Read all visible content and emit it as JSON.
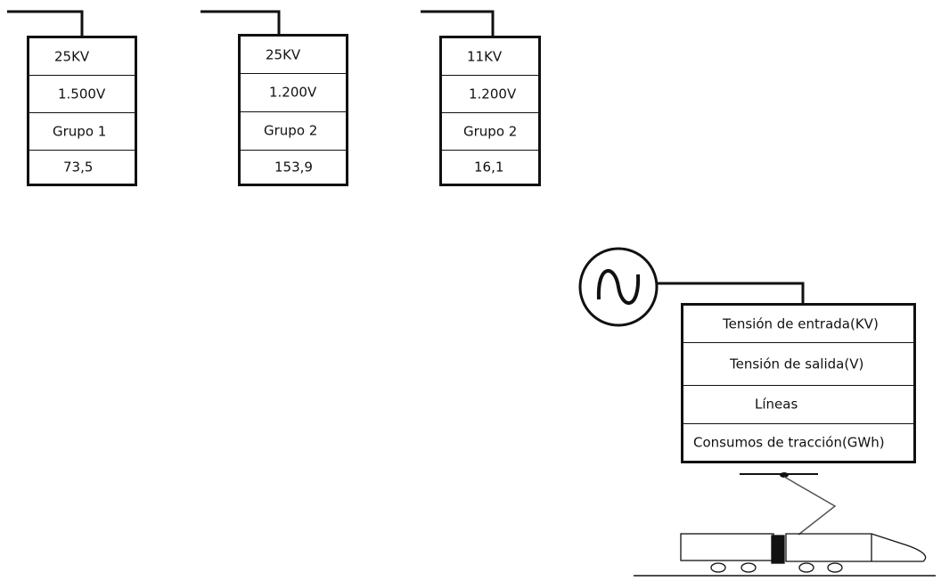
{
  "stations": [
    {
      "entrada": "25KV",
      "salida": "1.500V",
      "grupo": "Grupo 1",
      "consumo": "73,5"
    },
    {
      "entrada": "25KV",
      "salida": "1.200V",
      "grupo": "Grupo 2",
      "consumo": "153,9"
    },
    {
      "entrada": "11KV",
      "salida": "1.200V",
      "grupo": "Grupo 2",
      "consumo": "16,1"
    }
  ],
  "legend": {
    "entrada": "Tensión de entrada(KV)",
    "salida": "Tensión de salida(V)",
    "lineas": "Líneas",
    "consumo": "Consumos de tracción(GWh)"
  },
  "icons": {
    "source": "ac-source-icon",
    "train": "electric-train-icon",
    "pantograph": "pantograph-icon"
  }
}
